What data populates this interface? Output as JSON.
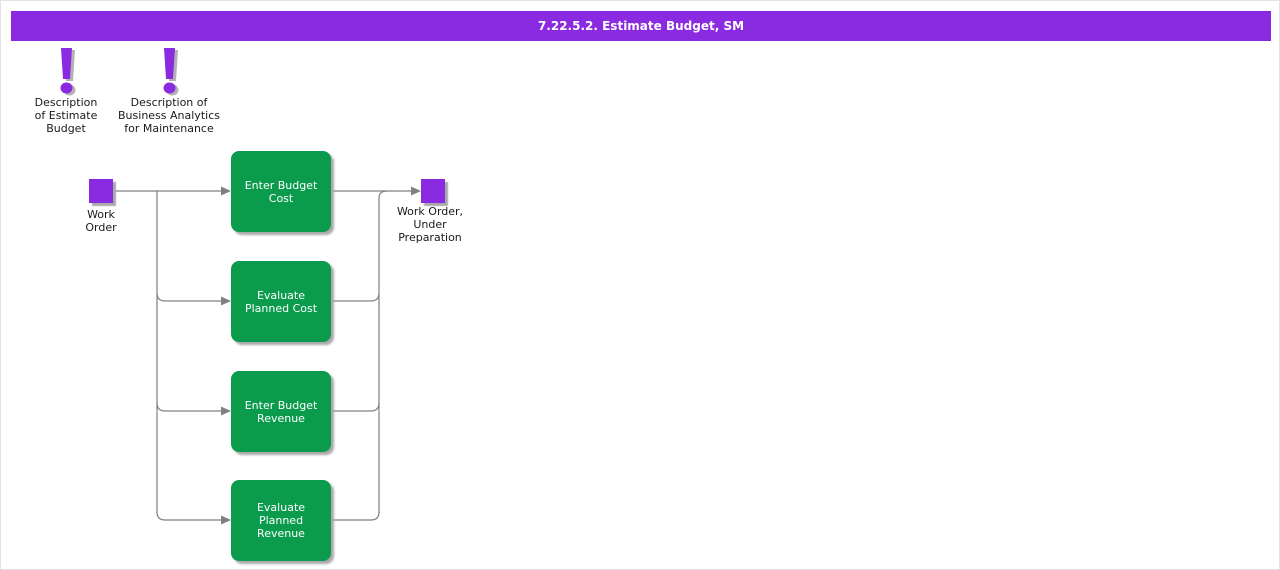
{
  "title_bar": {
    "title": "7.22.5.2. Estimate Budget, SM"
  },
  "colors": {
    "purple": "#8A2BE2",
    "green": "#0B9B4D",
    "line": "#808080",
    "shadow": "#a9a9a9"
  },
  "notes": [
    {
      "label": "Description\nof Estimate\nBudget"
    },
    {
      "label": "Description of\nBusiness Analytics\nfor Maintenance"
    }
  ],
  "flow": {
    "start": {
      "label": "Work\nOrder"
    },
    "activities": [
      {
        "label": "Enter Budget\nCost"
      },
      {
        "label": "Evaluate\nPlanned Cost"
      },
      {
        "label": "Enter Budget\nRevenue"
      },
      {
        "label": "Evaluate\nPlanned\nRevenue"
      }
    ],
    "end": {
      "label": "Work Order,\nUnder\nPreparation"
    }
  }
}
